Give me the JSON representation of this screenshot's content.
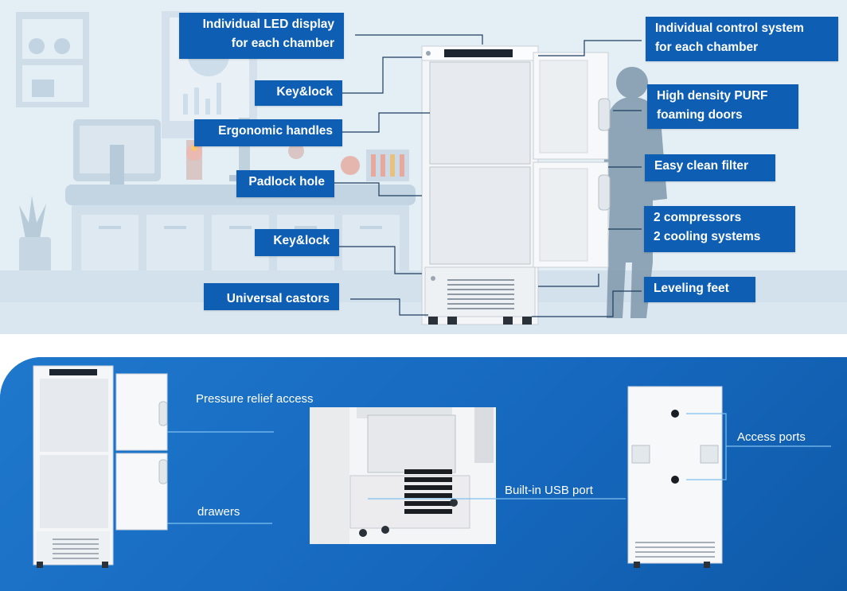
{
  "callouts_left": [
    {
      "id": "led",
      "lines": [
        "Individual  LED display",
        "for each chamber"
      ]
    },
    {
      "id": "keylock1",
      "lines": [
        "Key&lock"
      ]
    },
    {
      "id": "handles",
      "lines": [
        "Ergonomic handles"
      ]
    },
    {
      "id": "padlock",
      "lines": [
        "Padlock hole"
      ]
    },
    {
      "id": "keylock2",
      "lines": [
        "Key&lock"
      ]
    },
    {
      "id": "castors",
      "lines": [
        "Universal castors"
      ]
    }
  ],
  "callouts_right": [
    {
      "id": "control",
      "lines": [
        "Individual control system",
        "for each chamber"
      ]
    },
    {
      "id": "purf",
      "lines": [
        "High density PURF",
        "foaming doors"
      ]
    },
    {
      "id": "filter",
      "lines": [
        "Easy clean filter"
      ]
    },
    {
      "id": "compressors",
      "lines": [
        "2 compressors",
        "2 cooling systems"
      ]
    },
    {
      "id": "feet",
      "lines": [
        "Leveling feet"
      ]
    }
  ],
  "bottom_labels": {
    "pressure_relief": "Pressure relief access",
    "drawers": "drawers",
    "usb_port": "Built-in USB port",
    "access_ports": "Access ports"
  },
  "colors": {
    "label_bg": "#0e5fb3",
    "bottom_panel": "#1a6ec4",
    "background": "#e4eef5"
  }
}
